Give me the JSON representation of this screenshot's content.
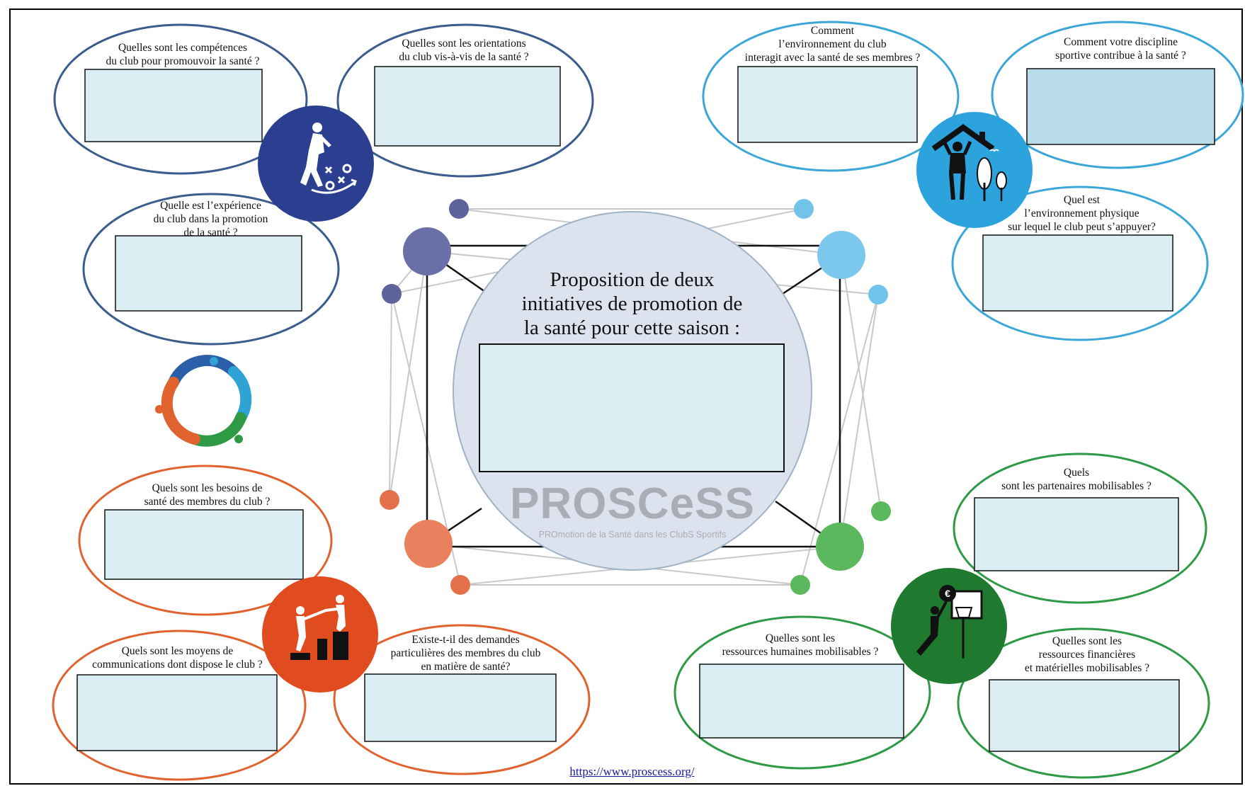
{
  "center": {
    "title": "Proposition de deux\ninitiatives de promotion de\nla santé pour cette saison :",
    "brand": "PROSCeSS",
    "tagline": "PROmotion de la Santé dans les ClubS Sportifs"
  },
  "footer": {
    "url": "https://www.proscess.org/"
  },
  "colors": {
    "blue_dark": "#3b5c8f",
    "blue_light": "#3aa7d8",
    "orange": "#e0632f",
    "green": "#2e9a46",
    "box_fill": "#d9edf3"
  },
  "icons": {
    "top_left": "football-player-icon",
    "top_right": "person-house-tree-icon",
    "bottom_left": "podium-helping-hand-icon",
    "bottom_right": "basketball-euro-icon",
    "logo": "colorful-ring-logo-icon"
  },
  "quadrants": {
    "top_left": {
      "q1": "Quelles sont les compétences\ndu club pour promouvoir la santé ?",
      "q2": "Quelles sont les orientations\ndu club vis-à-vis de la santé ?",
      "q3": "Quelle est l’expérience\ndu club dans la promotion\nde la santé ?"
    },
    "top_right": {
      "q1": "Comment\nl’environnement du club\ninteragit avec la santé de ses membres ?",
      "q2": "Comment votre discipline\nsportive contribue à la santé ?",
      "q3": "Quel est\nl’environnement physique\nsur lequel le club peut s’appuyer?"
    },
    "bottom_left": {
      "q1": "Quels sont les besoins de\nsanté des membres du club ?",
      "q2": "Quels sont les moyens de\ncommunications dont dispose le club ?",
      "q3": "Existe-t-il des demandes\nparticulières des membres du club\nen matière de santé?"
    },
    "bottom_right": {
      "q1": "Quels\nsont les partenaires mobilisables ?",
      "q2": "Quelles sont les\nressources humaines mobilisables ?",
      "q3": "Quelles sont les\nressources financières\net matérielles mobilisables ?"
    }
  }
}
